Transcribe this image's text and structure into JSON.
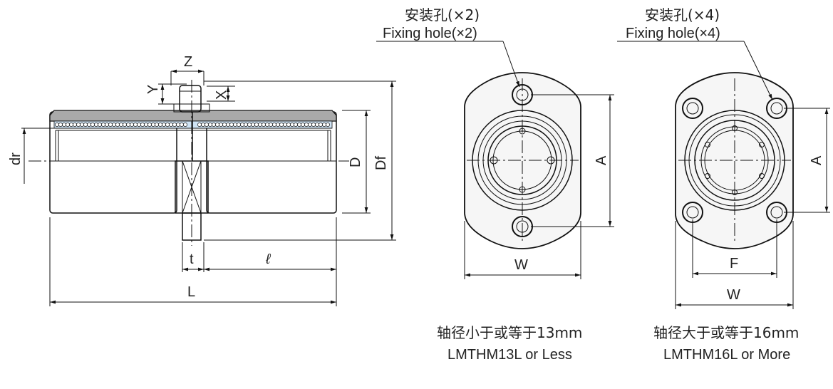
{
  "side_view": {
    "dim_Z": "Z",
    "dim_Y": "Y",
    "dim_X": "X",
    "dim_dr": "dr",
    "dim_D": "D",
    "dim_Df": "Df",
    "dim_t": "t",
    "dim_l": "ℓ",
    "dim_L": "L"
  },
  "front_view_small": {
    "fixing_hole_cn": "安装孔(×2)",
    "fixing_hole_en": "Fixing hole(×2)",
    "dim_A": "A",
    "dim_W": "W",
    "caption_cn": "轴径小于或等于13mm",
    "caption_en": "LMTHM13L or Less"
  },
  "front_view_large": {
    "fixing_hole_cn": "安装孔(×4)",
    "fixing_hole_en": "Fixing hole(×4)",
    "dim_A": "A",
    "dim_F": "F",
    "dim_W": "W",
    "caption_cn": "轴径大于或等于16mm",
    "caption_en": "LMTHM16L or More"
  },
  "colors": {
    "line": "#111111",
    "body_fill": "#f4f4f4",
    "flange_fill": "#f6f6f6",
    "seal_gray": "#a9a9a9",
    "ball_track": "#cfe3f4"
  }
}
